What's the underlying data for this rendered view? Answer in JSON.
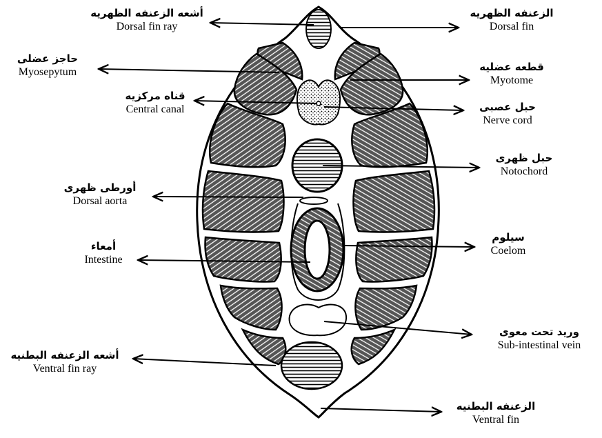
{
  "diagram": {
    "labels": {
      "dorsal_fin_ray": {
        "ar": "أشعه الزعنفه الظهريه",
        "en": "Dorsal fin ray"
      },
      "dorsal_fin": {
        "ar": "الزعنفه الظهريه",
        "en": "Dorsal fin"
      },
      "myoseptum": {
        "ar": "حاجز عضلى",
        "en": "Myosepytum"
      },
      "myotome": {
        "ar": "قطعه عضليه",
        "en": "Myotome"
      },
      "central_canal": {
        "ar": "قناه مركزيه",
        "en": "Central canal"
      },
      "nerve_cord": {
        "ar": "حبل عصبى",
        "en": "Nerve cord"
      },
      "notochord": {
        "ar": "حبل ظهرى",
        "en": "Notochord"
      },
      "dorsal_aorta": {
        "ar": "أورطى ظهرى",
        "en": "Dorsal aorta"
      },
      "coelom": {
        "ar": "سيلوم",
        "en": "Coelom"
      },
      "intestine": {
        "ar": "أمعاء",
        "en": "Intestine"
      },
      "sub_intestinal_vein": {
        "ar": "وريد تحت معوى",
        "en": "Sub-intestinal vein"
      },
      "ventral_fin_ray": {
        "ar": "أشعه الزعنفه البطنيه",
        "en": "Ventral fin ray"
      },
      "ventral_fin": {
        "ar": "الزعنفه البطنيه",
        "en": "Ventral fin"
      }
    }
  }
}
